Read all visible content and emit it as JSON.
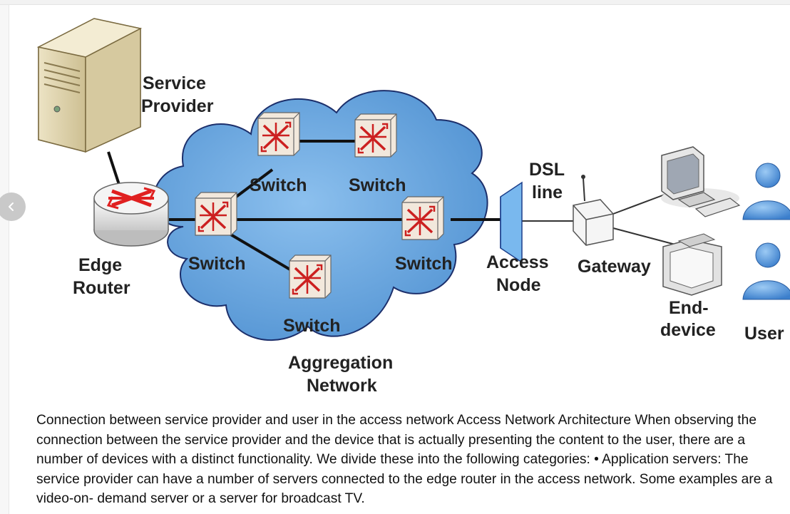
{
  "nav": {
    "prev_icon": "chevron-left-icon"
  },
  "diagram": {
    "labels": {
      "service_provider_1": "Service",
      "service_provider_2": "Provider",
      "edge_router_1": "Edge",
      "edge_router_2": "Router",
      "switch": "Switch",
      "aggregation_1": "Aggregation",
      "aggregation_2": "Network",
      "dsl_1": "DSL",
      "dsl_2": "line",
      "access_node_1": "Access",
      "access_node_2": "Node",
      "gateway": "Gateway",
      "end_device_1": "End-",
      "end_device_2": "device",
      "user": "User"
    },
    "colors": {
      "cloud": "#5f9fd8",
      "cloud_edge": "#1c2f6b",
      "switch_red": "#cc2020",
      "router_red": "#e02020",
      "access_node": "#79b8ee",
      "user_blue": "#4a8fd8"
    }
  },
  "caption": {
    "text": "Connection between service provider and user in the access network Access Network Architecture When observing the connection between the service provider and the device that is actually presenting the content to the user, there are a number of devices with a distinct functionality. We divide these into the following categories: • Application servers: The service provider can have a number of servers connected to the edge router in the access network. Some examples are a video-on- demand server or a server for broadcast TV."
  }
}
